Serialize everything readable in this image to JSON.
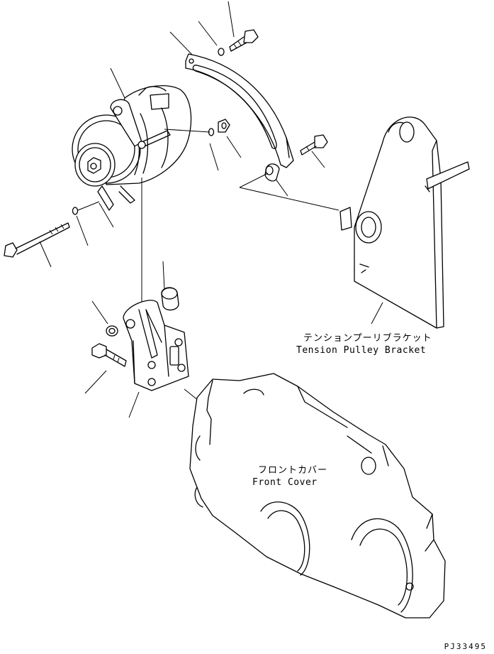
{
  "labels": {
    "tension_bracket_jp": "テンションプーリブラケット",
    "tension_bracket_en": "Tension Pulley Bracket",
    "front_cover_jp": "フロントカバー",
    "front_cover_en": "Front Cover"
  },
  "drawing_code": "PJ33495"
}
